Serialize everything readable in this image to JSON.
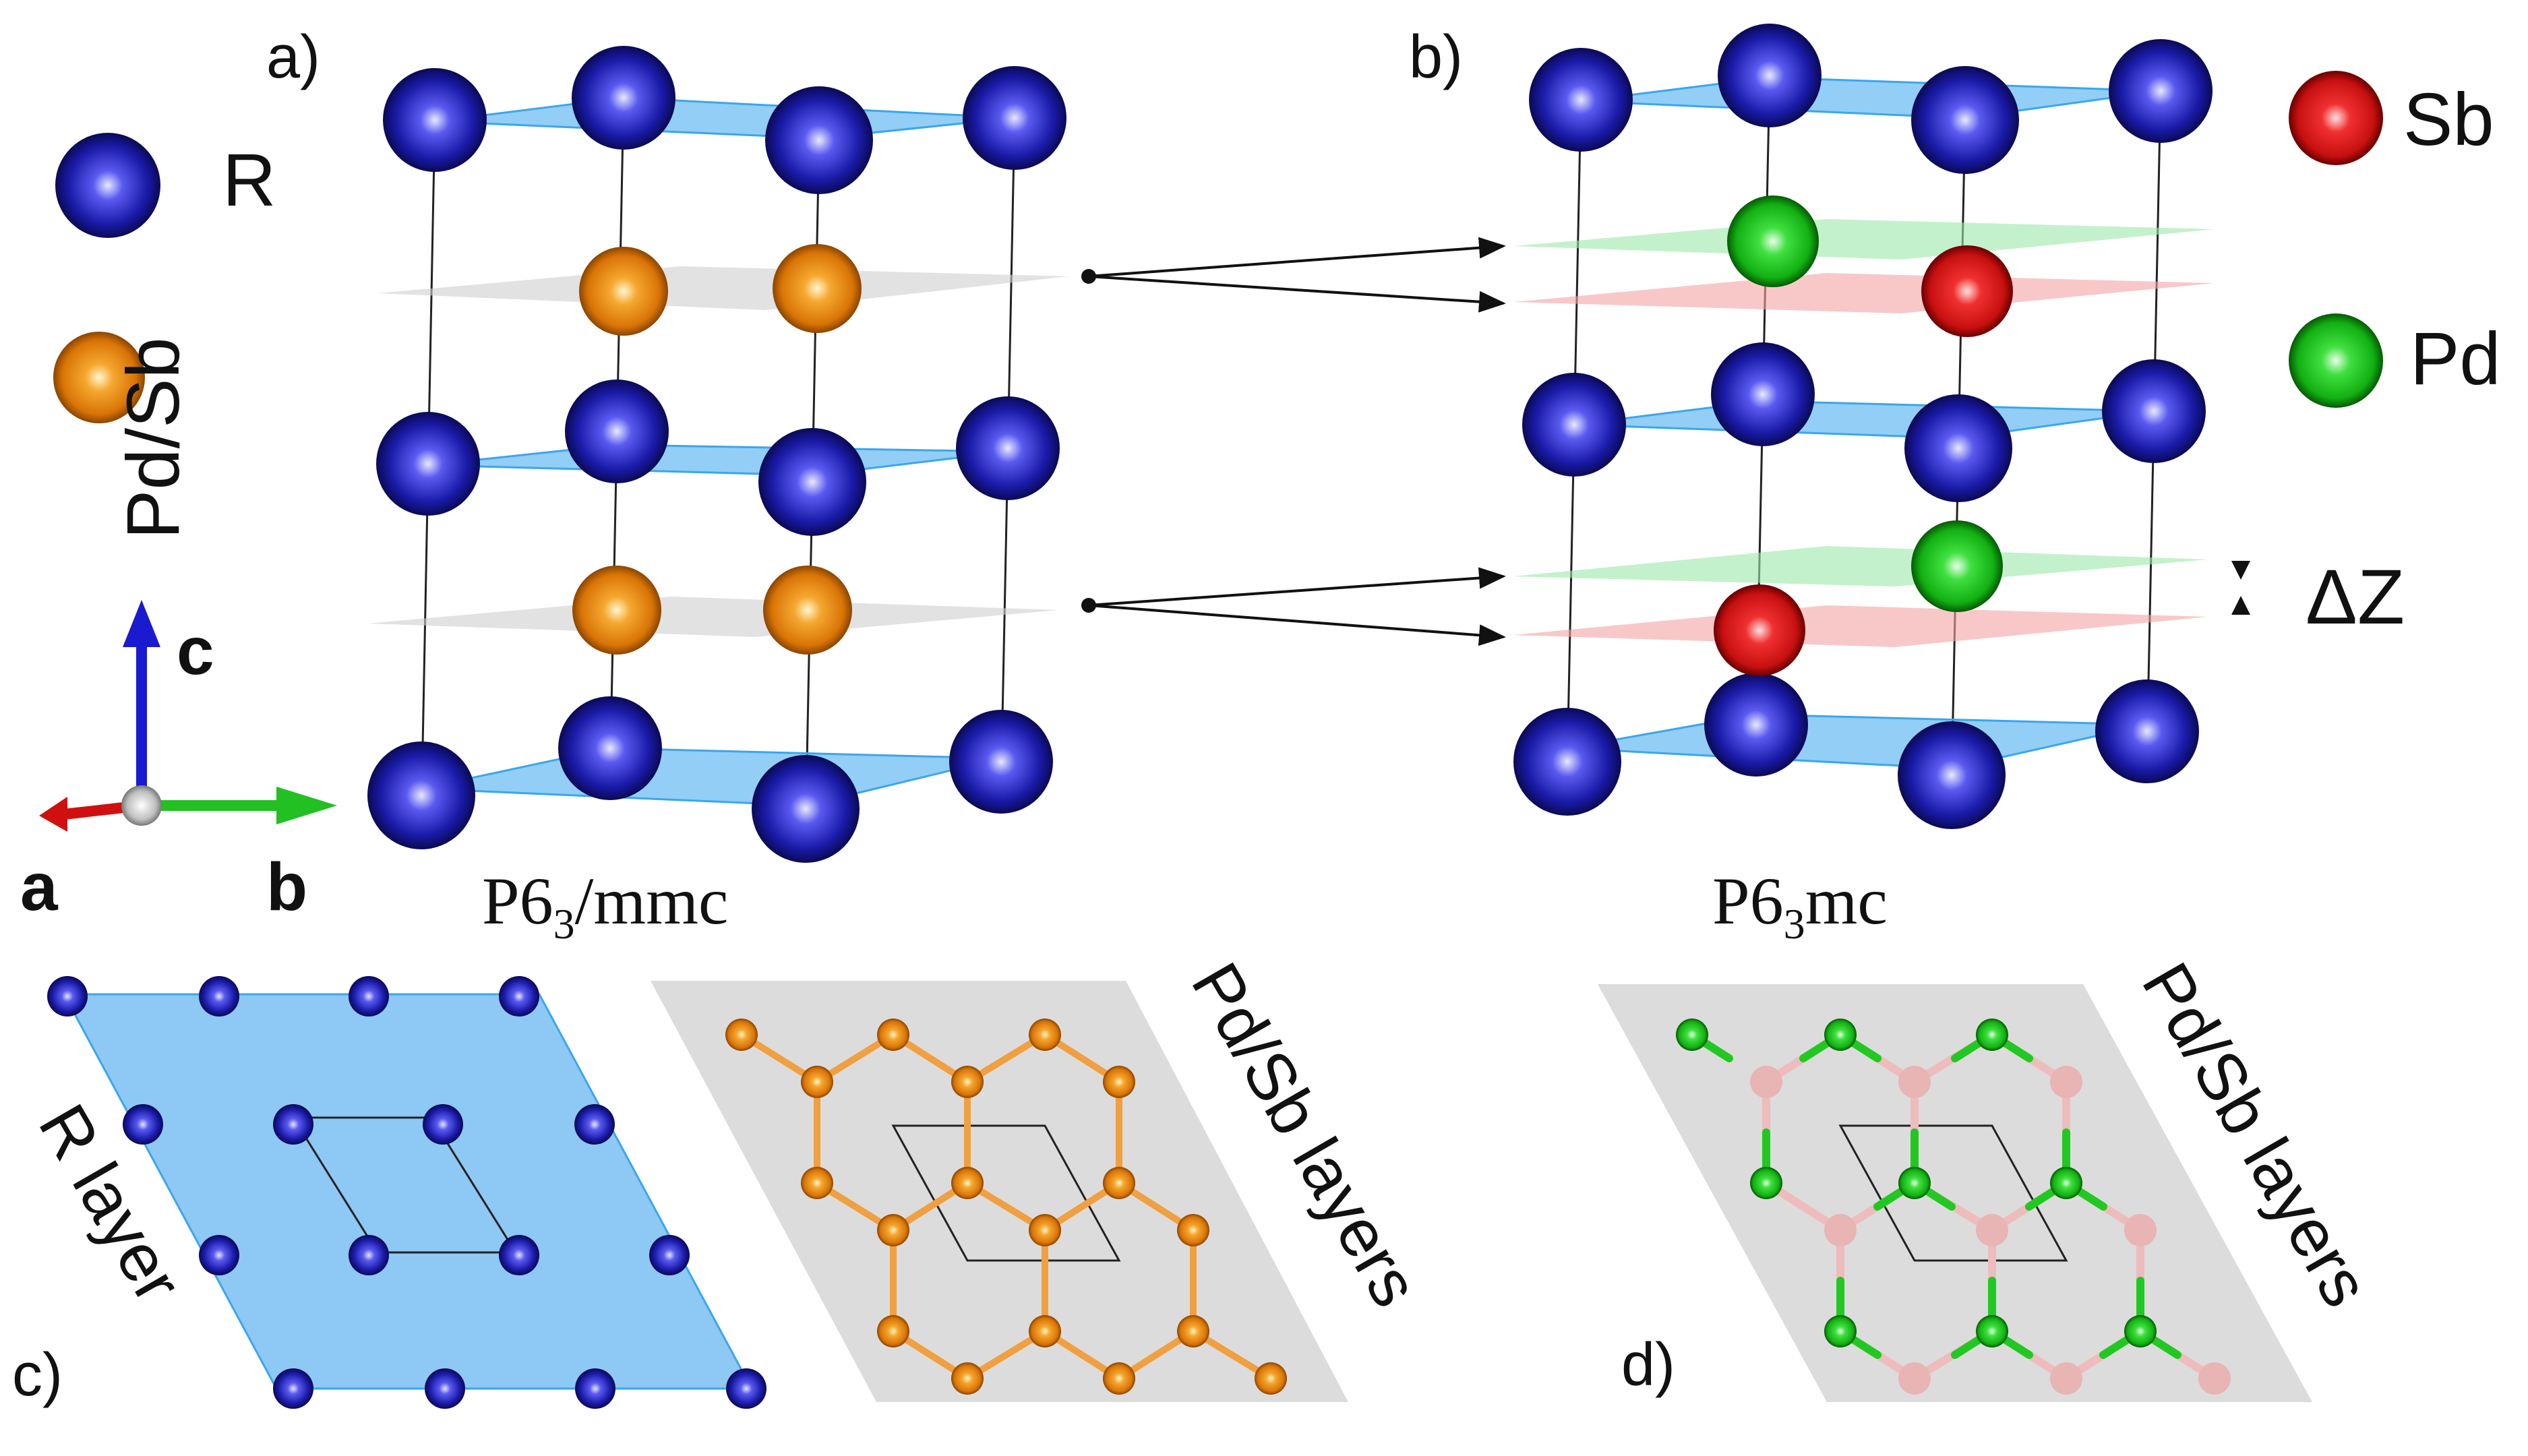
{
  "panels": {
    "a": "a)",
    "b": "b)",
    "c": "c)",
    "d": "d)"
  },
  "legend": {
    "r": "R",
    "pdsb": "Pd/Sb",
    "sb": "Sb",
    "pd": "Pd",
    "dz": "ΔZ"
  },
  "axes": {
    "a": "a",
    "b": "b",
    "c": "c"
  },
  "space_groups": {
    "left_main": "P6",
    "left_sub": "3",
    "left_rest": "/mmc",
    "right_main": "P6",
    "right_sub": "3",
    "right_rest": "mc"
  },
  "layer_labels": {
    "r_layer": "R layer",
    "pdsb_layers_1": "Pd/Sb layers",
    "pdsb_layers_2": "Pd/Sb layers"
  },
  "colors": {
    "r_atom": "#1a1aa8",
    "pdsb_atom": "#e8860e",
    "sb_atom": "#dd1c1c",
    "pd_atom": "#1ec81e",
    "r_plane": "#3aa6ee",
    "gray_plane": "#cfcfcf",
    "green_plane": "#9be8a8",
    "red_plane": "#f3a3a3"
  }
}
